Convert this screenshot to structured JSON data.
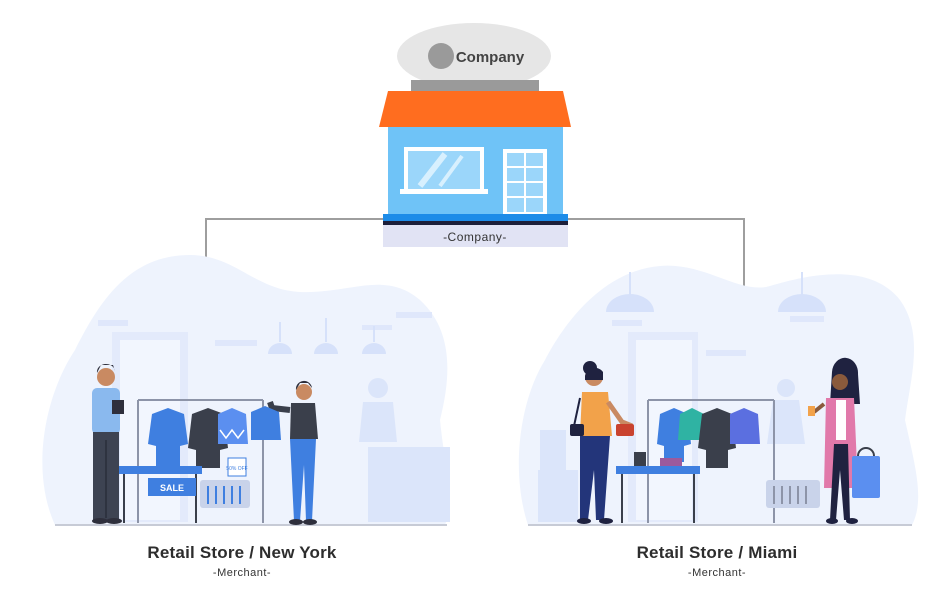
{
  "company": {
    "sign_label": "Company",
    "base_label": "-Company-"
  },
  "stores": [
    {
      "title": "Retail Store / New York",
      "subtitle": "-Merchant-"
    },
    {
      "title": "Retail Store / Miami",
      "subtitle": "-Merchant-"
    }
  ],
  "sale_tag": "SALE",
  "off_tag": "50% OFF",
  "colors": {
    "roof": "#ff6d1f",
    "building": "#6fc3f7",
    "sign": "#e6e6e6",
    "connector": "#9e9e9e",
    "scene_bg": "#eef3fd",
    "clothing_blue": "#3f7fe0",
    "clothing_dark": "#3a3f4b"
  }
}
